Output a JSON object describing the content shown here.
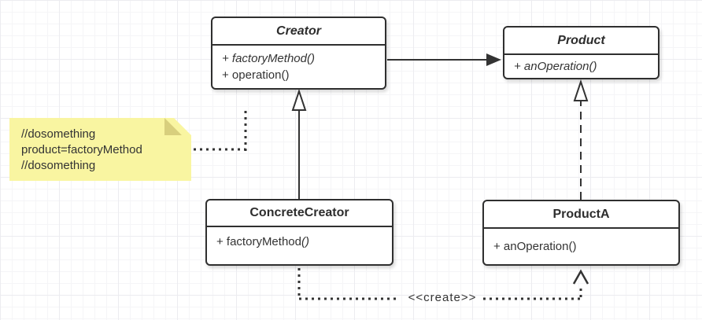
{
  "classes": {
    "creator": {
      "title": "Creator",
      "methods": [
        {
          "text": "+ factoryMethod()"
        },
        {
          "text": "+ operation()"
        }
      ]
    },
    "product": {
      "title": "Product",
      "methods": [
        {
          "text": "+ anOperation()"
        }
      ]
    },
    "concreteCreator": {
      "title": "ConcreteCreator",
      "methods": [
        {
          "text": "+ factoryMethod",
          "tail": "()"
        }
      ]
    },
    "productA": {
      "title": "ProductA",
      "methods": [
        {
          "text": "+ anOperation()"
        }
      ]
    }
  },
  "note": {
    "lines": [
      "//dosomething",
      "product=factoryMethod",
      "//dosomething"
    ]
  },
  "edges": {
    "createLabel": "<<create>>"
  },
  "colors": {
    "stroke": "#333333",
    "text": "#333333",
    "boxBorder": "#2f2f2f",
    "boxBg": "#FFFFFF",
    "noteBg": "#F9F5A1",
    "noteFold": "#D8CF7D",
    "gridMinor": "#F5F5F7",
    "gridMajor": "#ECECF0"
  }
}
